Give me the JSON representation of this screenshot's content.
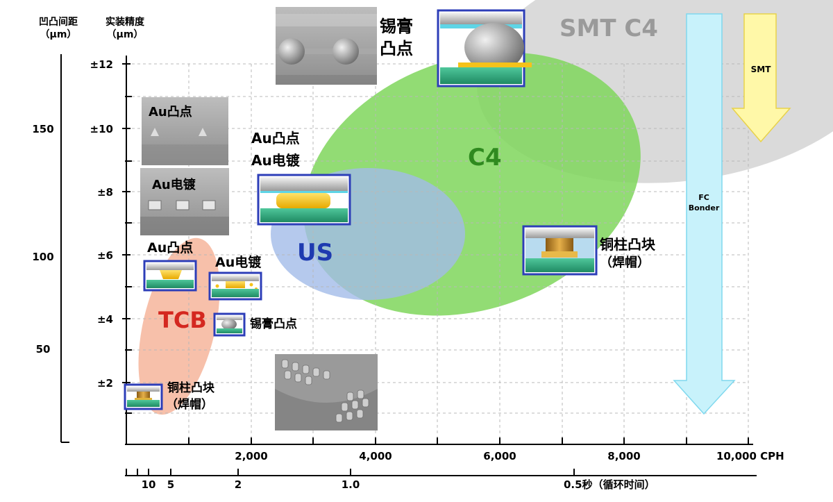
{
  "headers": {
    "pitch_title": "凹凸间距",
    "pitch_unit": "（μm）",
    "acc_title": "实装精度",
    "acc_unit": "（μm）"
  },
  "pitch_ticks": [
    "150",
    "100",
    "50"
  ],
  "accuracy_ticks": [
    "±12",
    "±10",
    "±8",
    "±6",
    "±4",
    "±2"
  ],
  "cph_axis": {
    "ticks": [
      "2,000",
      "4,000",
      "6,000",
      "8,000",
      "10,000 CPH"
    ]
  },
  "cycle_axis": {
    "ticks": [
      "10",
      "5",
      "2",
      "1.0",
      "0.5秒（循环时间）"
    ]
  },
  "regions": {
    "smt_c4": "SMT C4",
    "c4": "C4",
    "us": "US",
    "tcb": "TCB"
  },
  "arrows": {
    "fc_line1": "FC",
    "fc_line2": "Bonder",
    "smt": "SMT"
  },
  "labels": {
    "solder_paste_top_1": "锡膏",
    "solder_paste_top_2": "凸点",
    "au_bump_photo": "Au凸点",
    "au_plating_photo": "Au电镀",
    "us_au_bump": "Au凸点",
    "us_au_plating": "Au电镀",
    "tcb_au_bump": "Au凸点",
    "tcb_au_plating": "Au电镀",
    "tcb_solder": "锡膏凸点",
    "cu_pillar_left_1": "铜柱凸块",
    "cu_pillar_left_2": "（焊帽）",
    "cu_pillar_right_1": "铜柱凸块",
    "cu_pillar_right_2": "（焊帽）"
  },
  "colors": {
    "smt_region": "#d6d6d6",
    "c4_region": "#7fd65c",
    "us_region": "#a3bce8",
    "tcb_region": "#f6b9a1",
    "c4_text": "#2f8a1f",
    "us_text": "#1e3ab0",
    "tcb_text": "#d42820",
    "frame": "#2d3eb8",
    "fc_arrow": "#c8f2fb",
    "smt_arrow": "#fff8a8"
  }
}
